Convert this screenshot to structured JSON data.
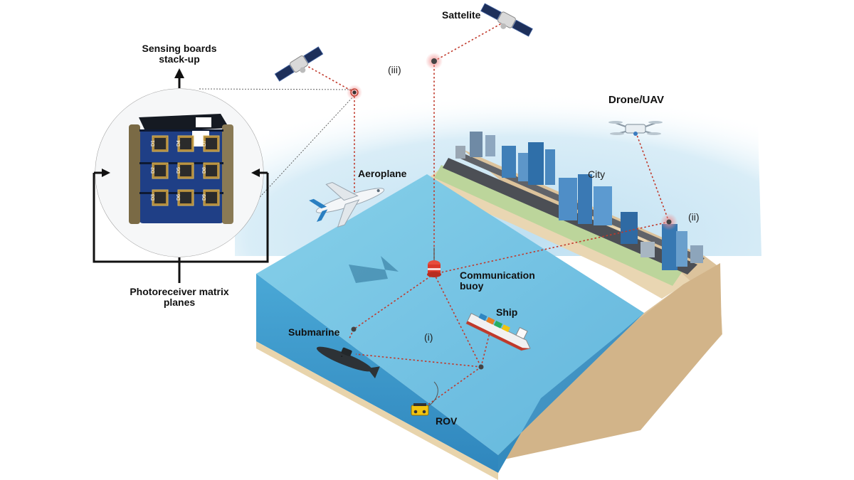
{
  "labels": {
    "satellite": "Sattelite",
    "drone": "Drone/UAV",
    "aeroplane": "Aeroplane",
    "city": "City",
    "communication_buoy_line1": "Communication",
    "communication_buoy_line2": "buoy",
    "ship": "Ship",
    "submarine": "Submarine",
    "rov": "ROV",
    "link_i": "(i)",
    "link_ii": "(ii)",
    "link_iii": "(iii)",
    "sensing_boards_line1": "Sensing boards",
    "sensing_boards_line2": "stack-up",
    "photoreceiver_line1": "Photoreceiver matrix",
    "photoreceiver_line2": "planes"
  },
  "detector_labels": [
    "D1",
    "D4",
    "D7",
    "D2",
    "D5",
    "D8",
    "D3",
    "D6",
    "D9"
  ],
  "colors": {
    "sea_top": "#6cc2e2",
    "sea_front": "#3f9fcf",
    "sand": "#e6cfa6",
    "cliff": "#d6b98c",
    "grass": "#b7d49a",
    "road": "#4c4f55",
    "sky": "#cfe6f3",
    "link_line": "#c0392b",
    "board": "#1f3f86",
    "node_glow": "#f2a3a3"
  }
}
